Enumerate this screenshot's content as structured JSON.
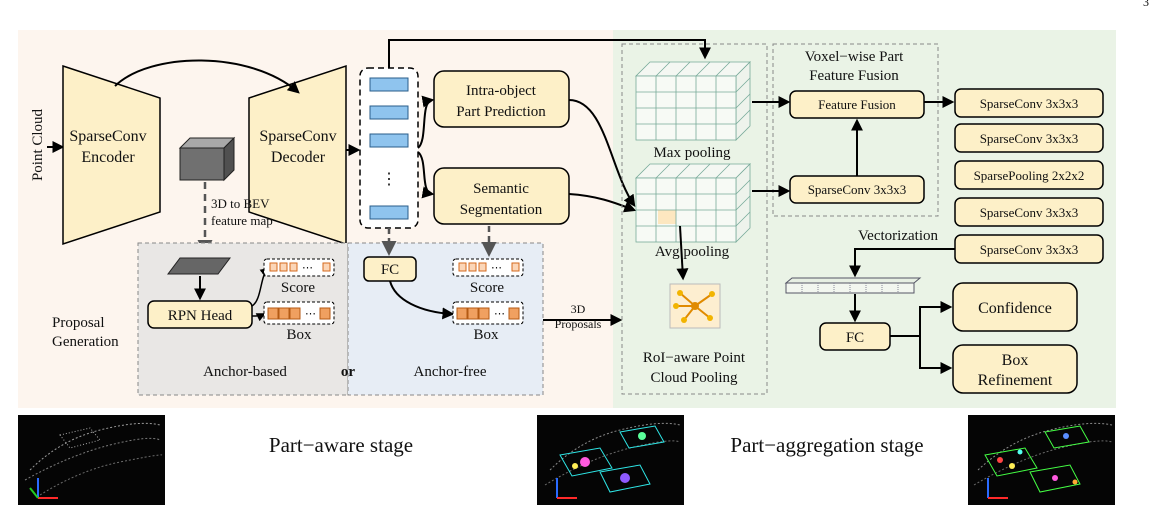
{
  "page_number": "3",
  "input": {
    "point_cloud": "Point Cloud"
  },
  "encoder": {
    "line1": "SparseConv",
    "line2": "Encoder"
  },
  "decoder": {
    "line1": "SparseConv",
    "line2": "Decoder"
  },
  "bev": {
    "line1": "3D to BEV",
    "line2": "feature map"
  },
  "feature_dots": "⋮",
  "part_prediction": {
    "line1": "Intra-object",
    "line2": "Part Prediction"
  },
  "segmentation": {
    "line1": "Semantic",
    "line2": "Segmentation"
  },
  "proposal_generation": {
    "title_line1": "Proposal",
    "title_line2": "Generation",
    "rpn_head": "RPN Head",
    "fc": "FC",
    "score": "Score",
    "box": "Box",
    "anchor_based": "Anchor-based",
    "or": "or",
    "anchor_free": "Anchor-free",
    "dots": "⋯"
  },
  "proposals_label": {
    "line1": "3D",
    "line2": "Proposals"
  },
  "roi_pooling": {
    "max_pooling": "Max pooling",
    "avg_pooling": "Avg pooling",
    "title_line1": "RoI−aware Point",
    "title_line2": "Cloud Pooling"
  },
  "voxel_fusion": {
    "title_line1": "Voxel−wise Part",
    "title_line2": "Feature Fusion",
    "feature_fusion": "Feature Fusion",
    "sparse_conv": "SparseConv 3x3x3"
  },
  "head_stack": [
    "SparseConv 3x3x3",
    "SparseConv 3x3x3",
    "SparsePooling 2x2x2",
    "SparseConv 3x3x3",
    "SparseConv 3x3x3"
  ],
  "vectorization": "Vectorization",
  "head": {
    "fc": "FC",
    "confidence": "Confidence",
    "box_refinement_line1": "Box",
    "box_refinement_line2": "Refinement"
  },
  "stages": {
    "part_aware": "Part−aware stage",
    "part_aggregation": "Part−aggregation stage"
  },
  "colors": {
    "left_background": "#fdf5ee",
    "right_background": "#eaf3e6",
    "module_fill": "#fdf0c8",
    "feature_blue": "#8fc4ee",
    "anchor_based_panel": "#e9e7e5",
    "anchor_free_panel": "#e7edf5",
    "score_orange": "#f0a060"
  }
}
